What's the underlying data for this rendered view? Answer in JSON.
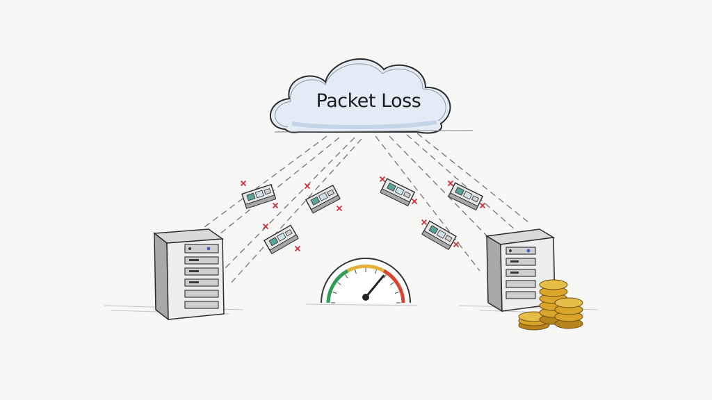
{
  "cloud": {
    "title": "Packet Loss"
  },
  "colors": {
    "background": "#f7f7f6",
    "sketch_line": "#3a3a3a",
    "cloud_fill": "#dfe9f5",
    "drop_marker": "#d0313a",
    "coin_gold": "#d6a22a",
    "gauge_low": "#2e9e57",
    "gauge_mid": "#e6b13a",
    "gauge_high": "#d8442f"
  },
  "icons": {
    "cloud": "cloud-icon",
    "server_left": "server-icon",
    "server_right": "server-icon",
    "packet": "network-packet-icon",
    "drop": "x-mark-icon",
    "gauge": "speed-gauge-icon",
    "coins": "coin-stack-icon"
  },
  "gauge": {
    "needle_level": 0.72
  },
  "packets": {
    "count": 6,
    "dropped_markers_per_packet": 2
  }
}
